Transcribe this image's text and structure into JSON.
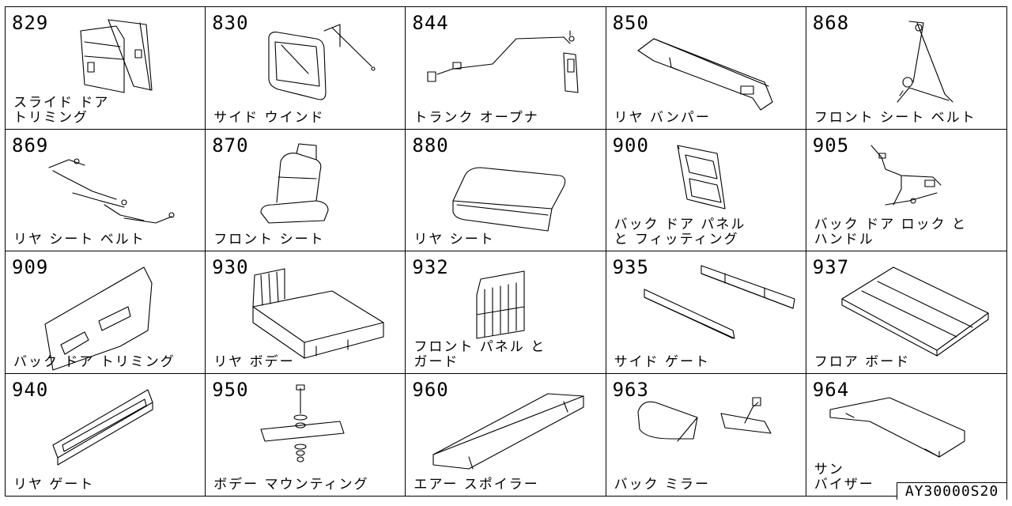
{
  "parts": [
    {
      "code": "829",
      "label": [
        "スライド ドア",
        "トリミング"
      ],
      "icon": "sliding-door-trim-icon"
    },
    {
      "code": "830",
      "label": [
        "サイド ウインド"
      ],
      "icon": "side-window-icon"
    },
    {
      "code": "844",
      "label": [
        "トランク オープナ"
      ],
      "icon": "trunk-opener-icon"
    },
    {
      "code": "850",
      "label": [
        "リヤ バンパー"
      ],
      "icon": "rear-bumper-icon"
    },
    {
      "code": "868",
      "label": [
        "フロント シート ベルト"
      ],
      "icon": "front-seat-belt-icon"
    },
    {
      "code": "869",
      "label": [
        "リヤ シート ベルト"
      ],
      "icon": "rear-seat-belt-icon"
    },
    {
      "code": "870",
      "label": [
        "フロント シート"
      ],
      "icon": "front-seat-icon"
    },
    {
      "code": "880",
      "label": [
        "リヤ シート"
      ],
      "icon": "rear-seat-icon"
    },
    {
      "code": "900",
      "label": [
        "バック ドア パネル",
        "と フィッティング"
      ],
      "icon": "back-door-panel-icon"
    },
    {
      "code": "905",
      "label": [
        "バック ドア ロック と",
        "ハンドル"
      ],
      "icon": "back-door-lock-icon"
    },
    {
      "code": "909",
      "label": [
        "バック ドア トリミング"
      ],
      "icon": "back-door-trim-icon"
    },
    {
      "code": "930",
      "label": [
        "リヤ ボデー"
      ],
      "icon": "rear-body-icon"
    },
    {
      "code": "932",
      "label": [
        "フロント パネル と",
        "ガード"
      ],
      "icon": "front-panel-guard-icon"
    },
    {
      "code": "935",
      "label": [
        "サイド ゲート"
      ],
      "icon": "side-gate-icon"
    },
    {
      "code": "937",
      "label": [
        "フロア ボード"
      ],
      "icon": "floor-board-icon"
    },
    {
      "code": "940",
      "label": [
        "リヤ ゲート"
      ],
      "icon": "rear-gate-icon"
    },
    {
      "code": "950",
      "label": [
        "ボデー マウンティング"
      ],
      "icon": "body-mounting-icon"
    },
    {
      "code": "960",
      "label": [
        "エアー スポイラー"
      ],
      "icon": "air-spoiler-icon"
    },
    {
      "code": "963",
      "label": [
        "バック ミラー"
      ],
      "icon": "back-mirror-icon"
    },
    {
      "code": "964",
      "label": [
        "サン",
        "バイザー"
      ],
      "icon": "sun-visor-icon"
    }
  ],
  "reference": "AY30000S20"
}
